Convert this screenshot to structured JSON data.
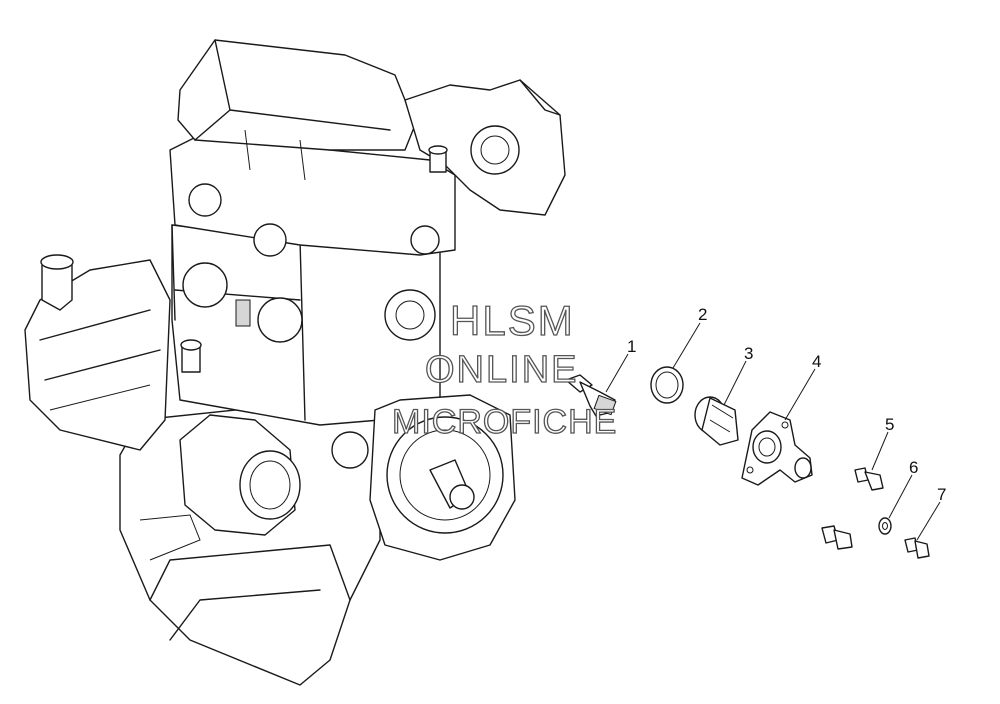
{
  "diagram": {
    "callouts": [
      "1",
      "2",
      "3",
      "4",
      "5",
      "6",
      "7"
    ],
    "watermark": {
      "line1": "HLSM",
      "line2": "ONLINE",
      "line3": "MICROFICHE"
    }
  }
}
